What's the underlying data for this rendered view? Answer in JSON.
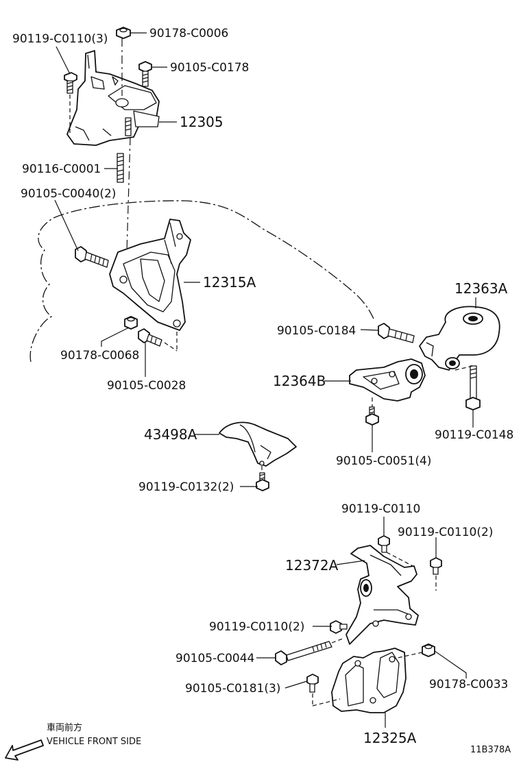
{
  "labels": {
    "p90119_C0110_3": "90119-C0110(3)",
    "p90178_C0006": "90178-C0006",
    "p90105_C0178": "90105-C0178",
    "p12305": "12305",
    "p90116_C0001": "90116-C0001",
    "p90105_C0040_2": "90105-C0040(2)",
    "p12315A": "12315A",
    "p90178_C0068": "90178-C0068",
    "p90105_C0028": "90105-C0028",
    "p12363A": "12363A",
    "p90105_C0184": "90105-C0184",
    "p12364B": "12364B",
    "p90119_C0148": "90119-C0148",
    "p90105_C0051_4": "90105-C0051(4)",
    "p43498A": "43498A",
    "p90119_C0132_2": "90119-C0132(2)",
    "p90119_C0110": "90119-C0110",
    "p90119_C0110_2a": "90119-C0110(2)",
    "p12372A": "12372A",
    "p90119_C0110_2b": "90119-C0110(2)",
    "p90105_C0044": "90105-C0044",
    "p90178_C0033": "90178-C0033",
    "p90105_C0181_3": "90105-C0181(3)",
    "p12325A": "12325A"
  },
  "direction": {
    "jp": "車両前方",
    "en": "VEHICLE FRONT SIDE"
  },
  "figure_id": "11B378A"
}
